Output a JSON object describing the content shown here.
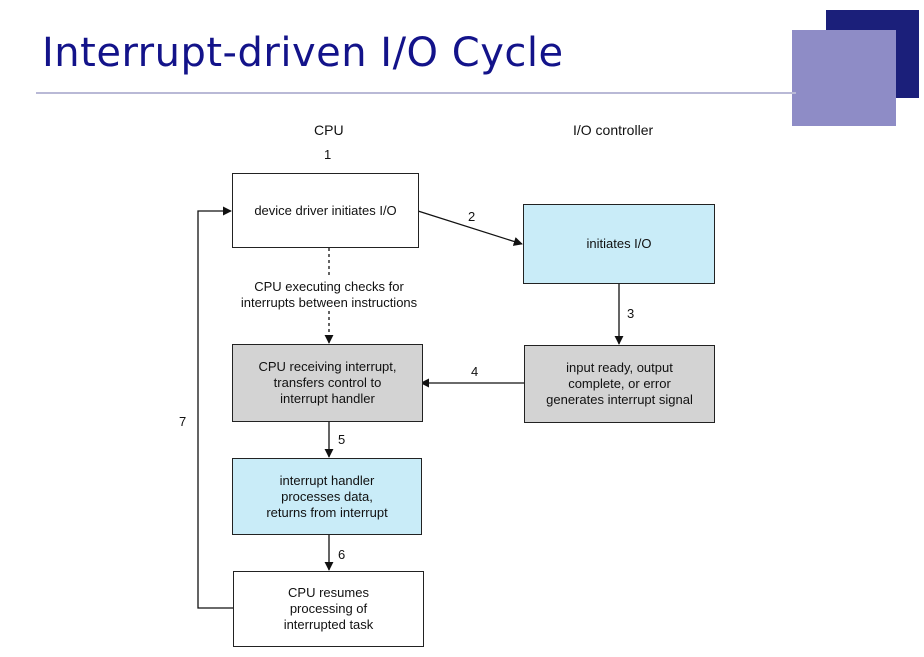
{
  "slide": {
    "title": "Interrupt-driven I/O Cycle",
    "accent_colors": {
      "title": "#13138a",
      "deco_dark": "#1b1f7a",
      "deco_light": "#8e8cc6",
      "rule": "#b9b9d6"
    }
  },
  "diagram": {
    "columns": {
      "cpu": "CPU",
      "io": "I/O controller"
    },
    "steps": {
      "s1": "1",
      "s2": "2",
      "s3": "3",
      "s4": "4",
      "s5": "5",
      "s6": "6",
      "s7": "7"
    },
    "nodes": {
      "driver_initiates": "device driver initiates I/O",
      "io_initiates": "initiates I/O",
      "cpu_receiving": "CPU receiving interrupt,\ntransfers control to\ninterrupt handler",
      "input_ready": "input ready, output\ncomplete, or error\ngenerates interrupt signal",
      "handler_processes": "interrupt handler\nprocesses data,\nreturns from interrupt",
      "cpu_resumes": "CPU resumes\nprocessing of\ninterrupted task"
    },
    "notes": {
      "cpu_checks": "CPU executing checks for\ninterrupts between instructions"
    },
    "colors": {
      "white_box": "#ffffff",
      "blue_box": "#c9ecf8",
      "gray_box": "#d3d3d3"
    }
  }
}
